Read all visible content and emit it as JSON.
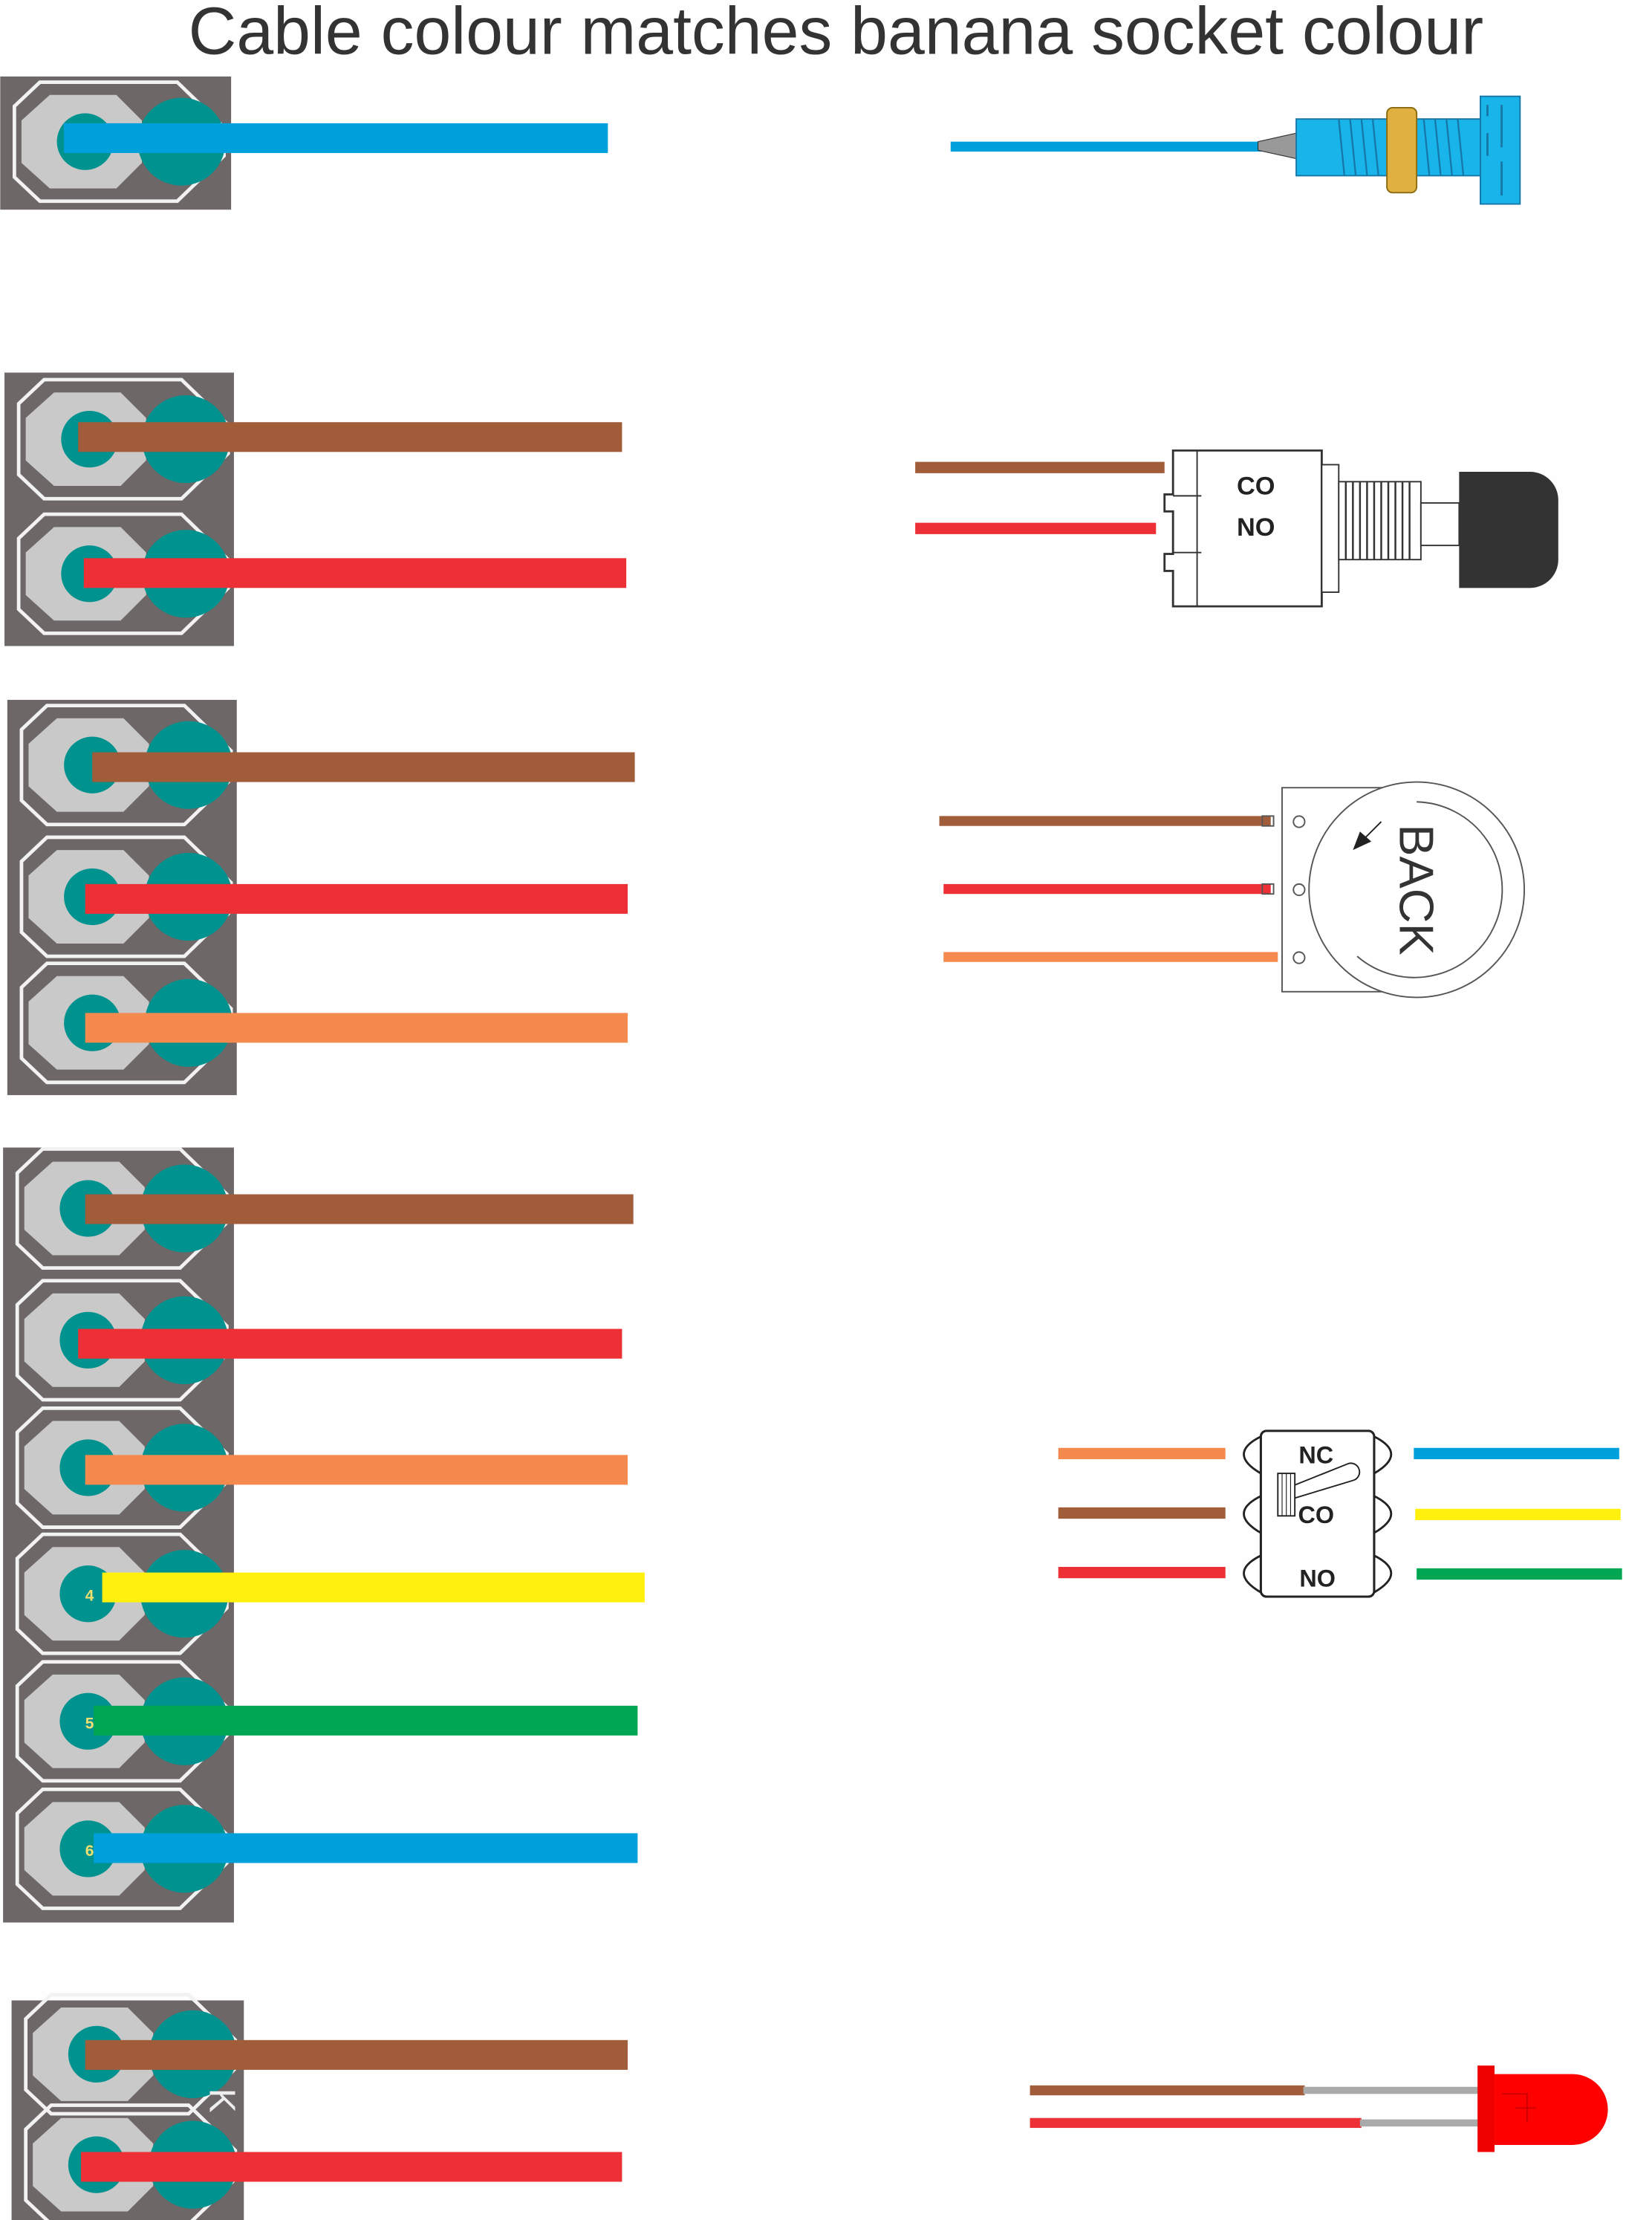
{
  "title": "Cable colour matches banana socket colour",
  "colors": {
    "blue": "#00a0dc",
    "brown": "#a15c3a",
    "red": "#ec3035",
    "orange": "#f58a4e",
    "yellow": "#fff10d",
    "green": "#00a651",
    "panel": "#6d6867",
    "teal": "#00928f"
  },
  "sections": [
    {
      "name": "banana-socket",
      "wires": [
        "blue"
      ]
    },
    {
      "name": "push-button",
      "wires": [
        "brown",
        "red"
      ],
      "labels": {
        "co": "CO",
        "no": "NO"
      }
    },
    {
      "name": "potentiometer",
      "wires": [
        "brown",
        "red",
        "orange"
      ],
      "labels": {
        "back": "BACK"
      }
    },
    {
      "name": "toggle-switch",
      "wires": [
        "brown",
        "red",
        "orange",
        "yellow",
        "green",
        "blue"
      ],
      "labels": {
        "nc": "NC",
        "co": "CO",
        "no": "NO"
      },
      "socket_numbers": [
        "4",
        "5",
        "6"
      ]
    },
    {
      "name": "led",
      "wires": [
        "brown",
        "red"
      ],
      "labels": {
        "k": "K"
      }
    }
  ]
}
